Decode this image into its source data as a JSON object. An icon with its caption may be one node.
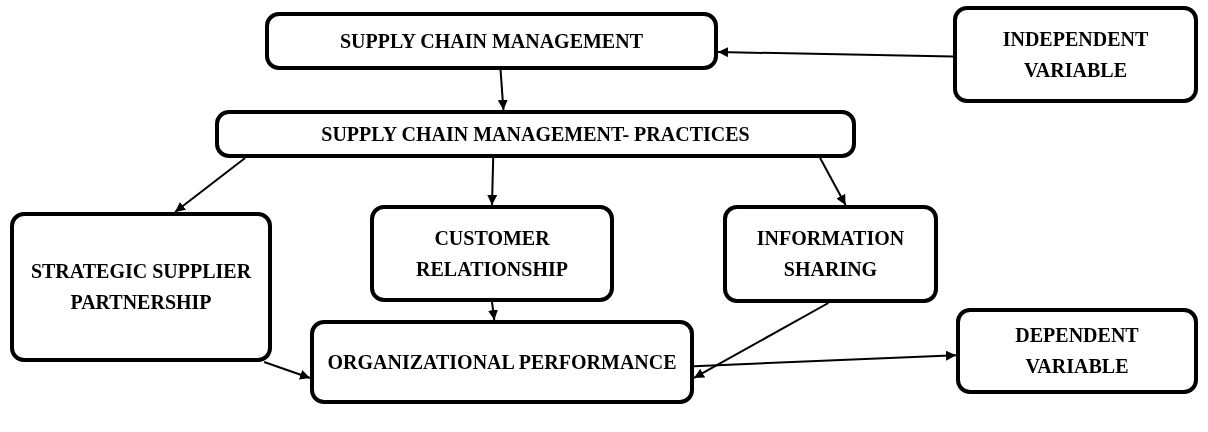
{
  "diagram": {
    "nodes": [
      {
        "text": [
          "SUPPLY CHAIN MANAGEMENT"
        ]
      },
      {
        "text": [
          "INDEPENDENT VARIABLE"
        ]
      },
      {
        "text": [
          "SUPPLY CHAIN MANAGEMENT- PRACTICES"
        ]
      },
      {
        "text": [
          "STRATEGIC SUPPLIER PARTNERSHIP"
        ]
      },
      {
        "text": [
          "CUSTOMER RELATIONSHIP"
        ]
      },
      {
        "text": [
          "INFORMATION SHARING"
        ]
      },
      {
        "text": [
          "ORGANIZATIONAL PERFORMANCE"
        ]
      },
      {
        "text": [
          "DEPENDENT VARIABLE"
        ]
      }
    ],
    "edges": [
      {
        "from": 1,
        "to": 0,
        "arrow": "to"
      },
      {
        "from": 0,
        "to": 2,
        "arrow": "to"
      },
      {
        "from": 2,
        "to": 3,
        "arrow": "to"
      },
      {
        "from": 2,
        "to": 4,
        "arrow": "to"
      },
      {
        "from": 2,
        "to": 5,
        "arrow": "to"
      },
      {
        "from": 3,
        "to": 6,
        "arrow": "to"
      },
      {
        "from": 4,
        "to": 6,
        "arrow": "to"
      },
      {
        "from": 5,
        "to": 6,
        "arrow": "to"
      },
      {
        "from": 6,
        "to": 7,
        "arrow": "to"
      }
    ]
  }
}
